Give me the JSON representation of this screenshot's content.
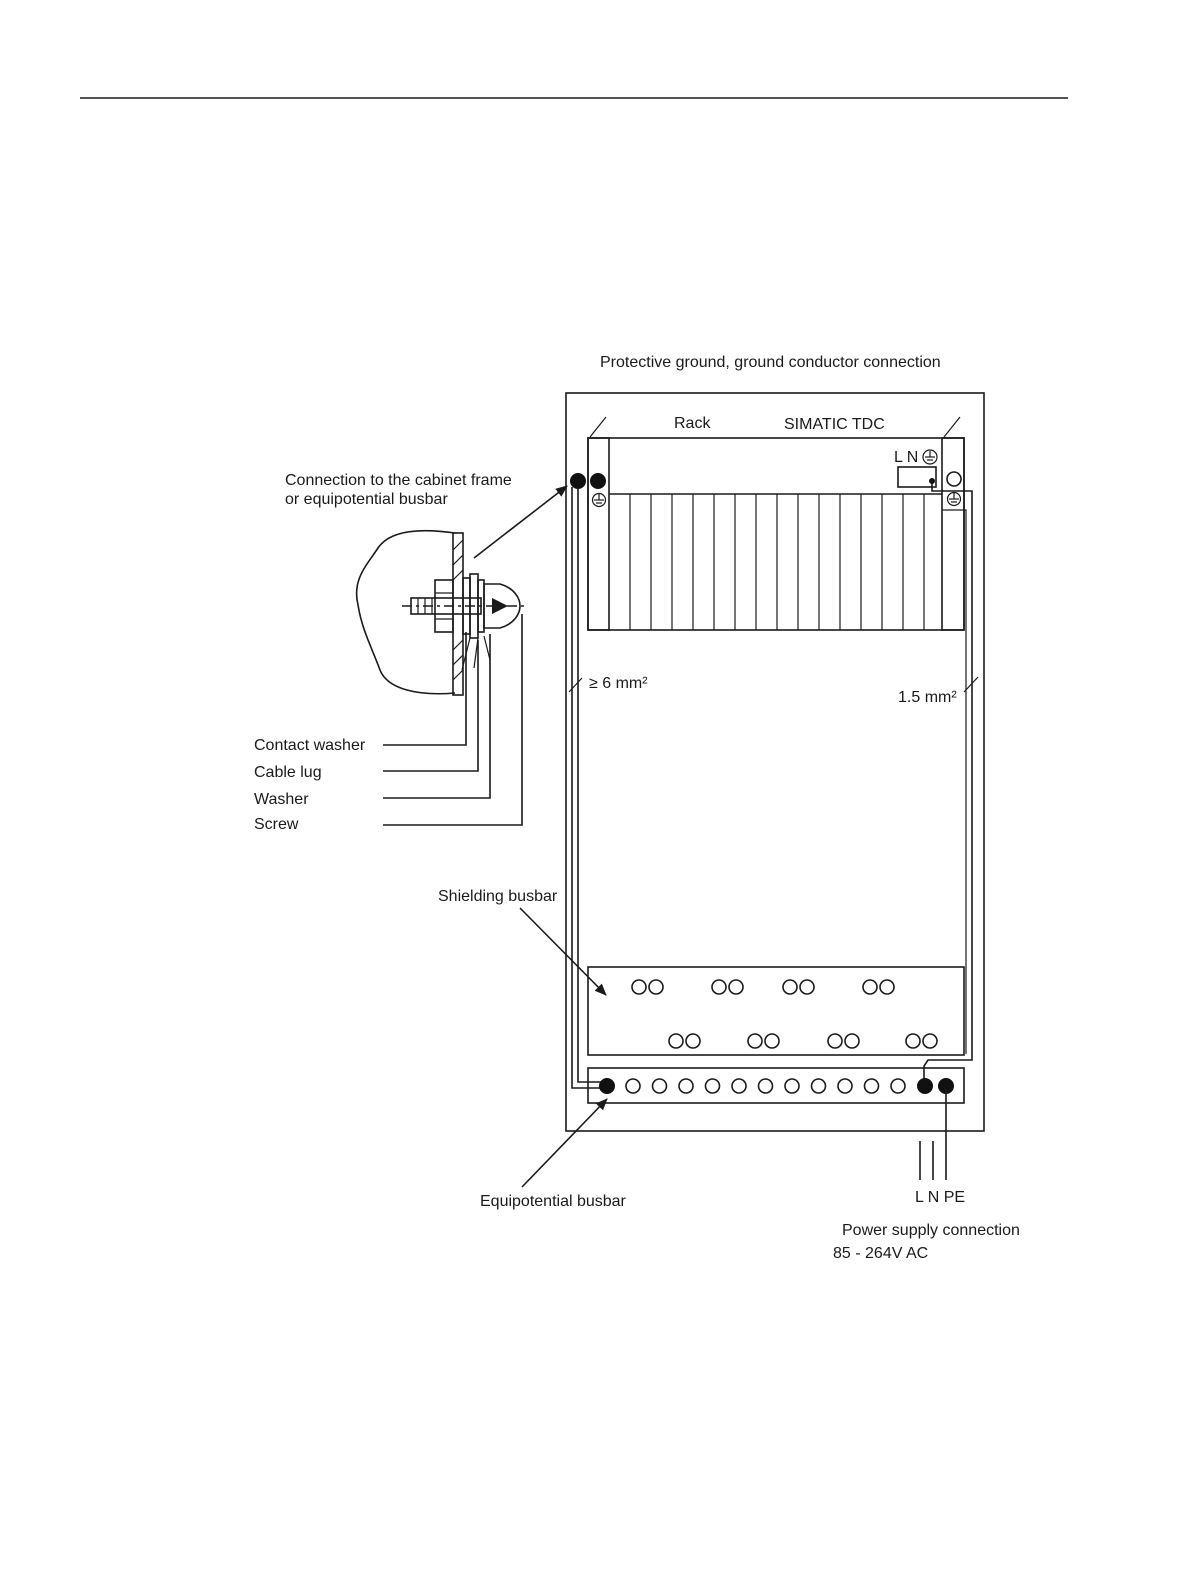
{
  "labels": {
    "protective_ground": "Protective ground, ground conductor connection",
    "rack": "Rack",
    "simatic_tdc": "SIMATIC TDC",
    "ln": "L N",
    "connection_line1": "Connection to the cabinet frame",
    "connection_line2": "or equipotential busbar",
    "cross_section_left": "≥ 6 mm²",
    "cross_section_right": "1.5 mm²",
    "contact_washer": "Contact washer",
    "cable_lug": "Cable lug",
    "washer": "Washer",
    "screw": "Screw",
    "shielding_busbar": "Shielding busbar",
    "equipotential_busbar": "Equipotential busbar",
    "lnpe": "L N PE",
    "power_supply_line1": "Power supply connection",
    "power_supply_line2": "85 - 264V AC"
  },
  "colors": {
    "line": "#1a1a1a",
    "background": "#ffffff"
  }
}
